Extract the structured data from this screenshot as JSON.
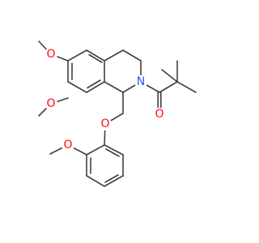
{
  "atoms": {
    "o_methoxy_6": "O",
    "o_methoxy_7": "O",
    "n_ring": "N",
    "o_ether": "O",
    "o_methoxy_phenyl": "O",
    "o_carbonyl": "O"
  },
  "colors": {
    "bond": "#404040",
    "oxygen": "#ff0d0d",
    "nitrogen": "#3050f8",
    "background": "#ffffff"
  }
}
